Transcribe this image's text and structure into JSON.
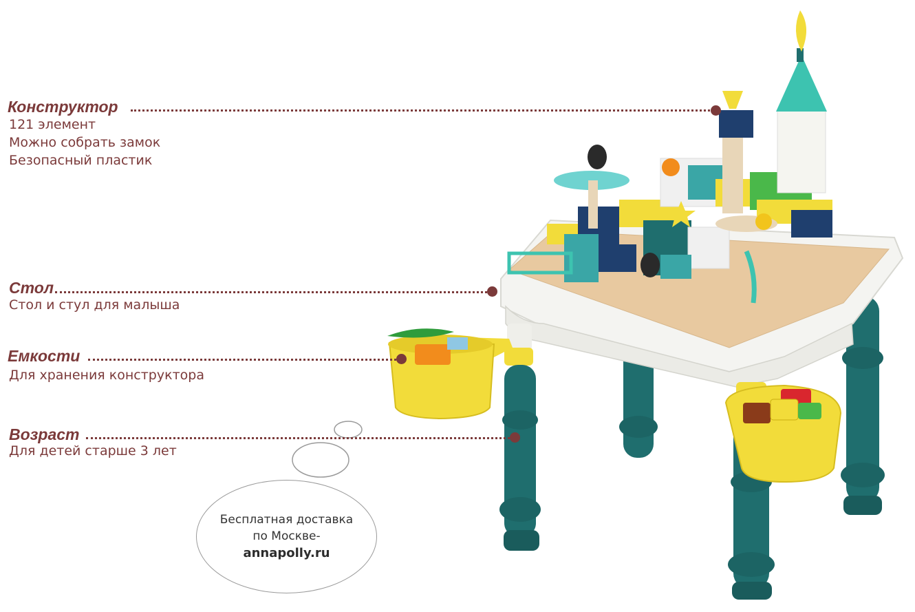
{
  "features": {
    "constructor": {
      "title": "Конструктор",
      "lines": [
        "121 элемент",
        "Можно собрать замок",
        "Безопасный пластик"
      ]
    },
    "table": {
      "title": "Стол",
      "lines": [
        "Стол и стул для малыша"
      ]
    },
    "containers": {
      "title": "Емкости",
      "lines": [
        "Для хранения конструктора"
      ]
    },
    "age": {
      "title": "Возраст",
      "lines": [
        "Для детей старше 3 лет"
      ]
    }
  },
  "delivery_bubble": {
    "line1": "Бесплатная доставка",
    "line2": "по Москве-",
    "site": "annapolly.ru"
  },
  "colors": {
    "accent": "#7b3a3a",
    "teal": "#1f6e6e",
    "yellow": "#f2dc3a",
    "navy": "#1f3f6e",
    "baseplate": "#e8c9a0"
  }
}
